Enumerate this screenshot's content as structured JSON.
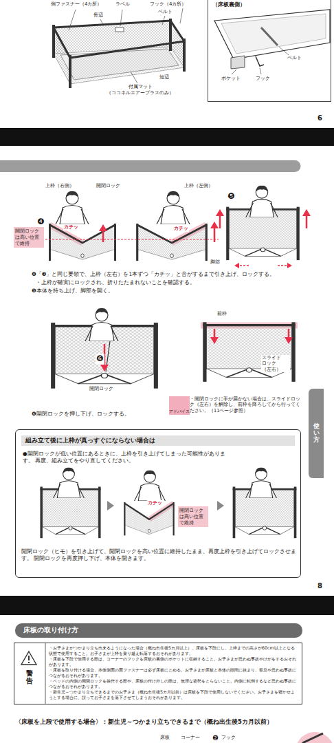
{
  "diagram": {
    "nodes": [
      {
        "text": [
          "（床板裏側）"
        ]
      },
      {
        "text": [
          "開閉ロックは高い位置で維持"
        ]
      },
      {
        "text": [
          "アドバイス"
        ]
      },
      {
        "text": [
          "使い方"
        ]
      },
      {
        "text": [
          "●開閉ロックが低い位置にあるときに、上枠を引き上げてしまった可能性があります。 再度、組み立てをやり直してください。",
          "開閉ロック（ヒモ）を引き上げて、開閉ロックを高い位置に維持したまま、再度上枠を引き上げてロックさせます。 開閉ロックを再度押し下げ、本体を開きます。"
        ]
      },
      {
        "text": [
          "組み立て後に上枠が真っすぐにならない場合は"
        ],
        "in": 4
      },
      {
        "text": [
          "開閉ロックは高い位置で維持"
        ],
        "in": 4
      },
      {
        "text": [
          "床板の取り付け方"
        ]
      },
      {
        "text": [
          "警告",
          "・お子さまがつかまり立ち出来るようになった場合（概ね出生後5カ月以上）、床板を下段にし、上枠までの高さが60cm以上となる状態で使用すること。お子さまが上枠を乗り越え転落するおそれがあります。",
          "・床板を下段で使用する際は、コーナーのフックを床板の裏側のポケットに収納すること。お子さまが思わぬ事故やけがをするおそれがあります。",
          "・床板を取り付ける場合、本体側面の面ファスナーは必ず床板にとめる。お子さまが床板と本体の隙間に挟まり、窒息や思わぬ事故につながるおそれがあります。",
          "・ベッドの内側の開閉ロックを操作する際や、床板の付け外しの際は、無理な姿勢をとらないこと。内側に転倒するなど思わぬ事故につながるおそれがあります。",
          "・新生児～つかまり立ちできるまでのお子さま（概ね出生後5カ月以前）は床板を下段で使用しないでください。お子さまを寝かせようとする場合に、誤ってお子さまを落下させてしまうおそれがあります。"
        ]
      }
    ],
    "labels": [
      "側ファスナー（4カ所）",
      "ラベル",
      "フック（4カ所）",
      "ベルト",
      "長辺",
      "短辺",
      "付属マット （ココネルエアープラスのみ）",
      "ベルト",
      "ポケット",
      "フック",
      "6",
      "上枠（右側）",
      "開閉ロック",
      "上枠（左側）",
      "❺",
      "❹",
      "カチッ",
      "カチッ",
      "脚部",
      "❹「❸」と同じ要領で、上枠（左右）を1本ずつ「カチッ」と音がするまで引き上げ、ロックする。",
      "・上枠が確実にロックされ、折りたたまれないことを確認する。",
      "❺本体を持ち上げ、脚部を開く。",
      "前枠",
      "❻",
      "スライド ロック （左右）",
      "開閉ロック",
      "・開閉ロックに手が届かない場合は、スライドロック（左右）を解除し、前枠を降ろしてから行ってください。（11ページ参照）",
      "❻開閉ロックを押し下げ、ロックする。",
      "カチッ",
      "8",
      "〈床板を上段で使用する場合〉：新生児～つかまり立ちできるまで（概ね出生後5カ月以前）",
      "床板",
      "コーナー",
      "❷",
      "フック"
    ]
  }
}
